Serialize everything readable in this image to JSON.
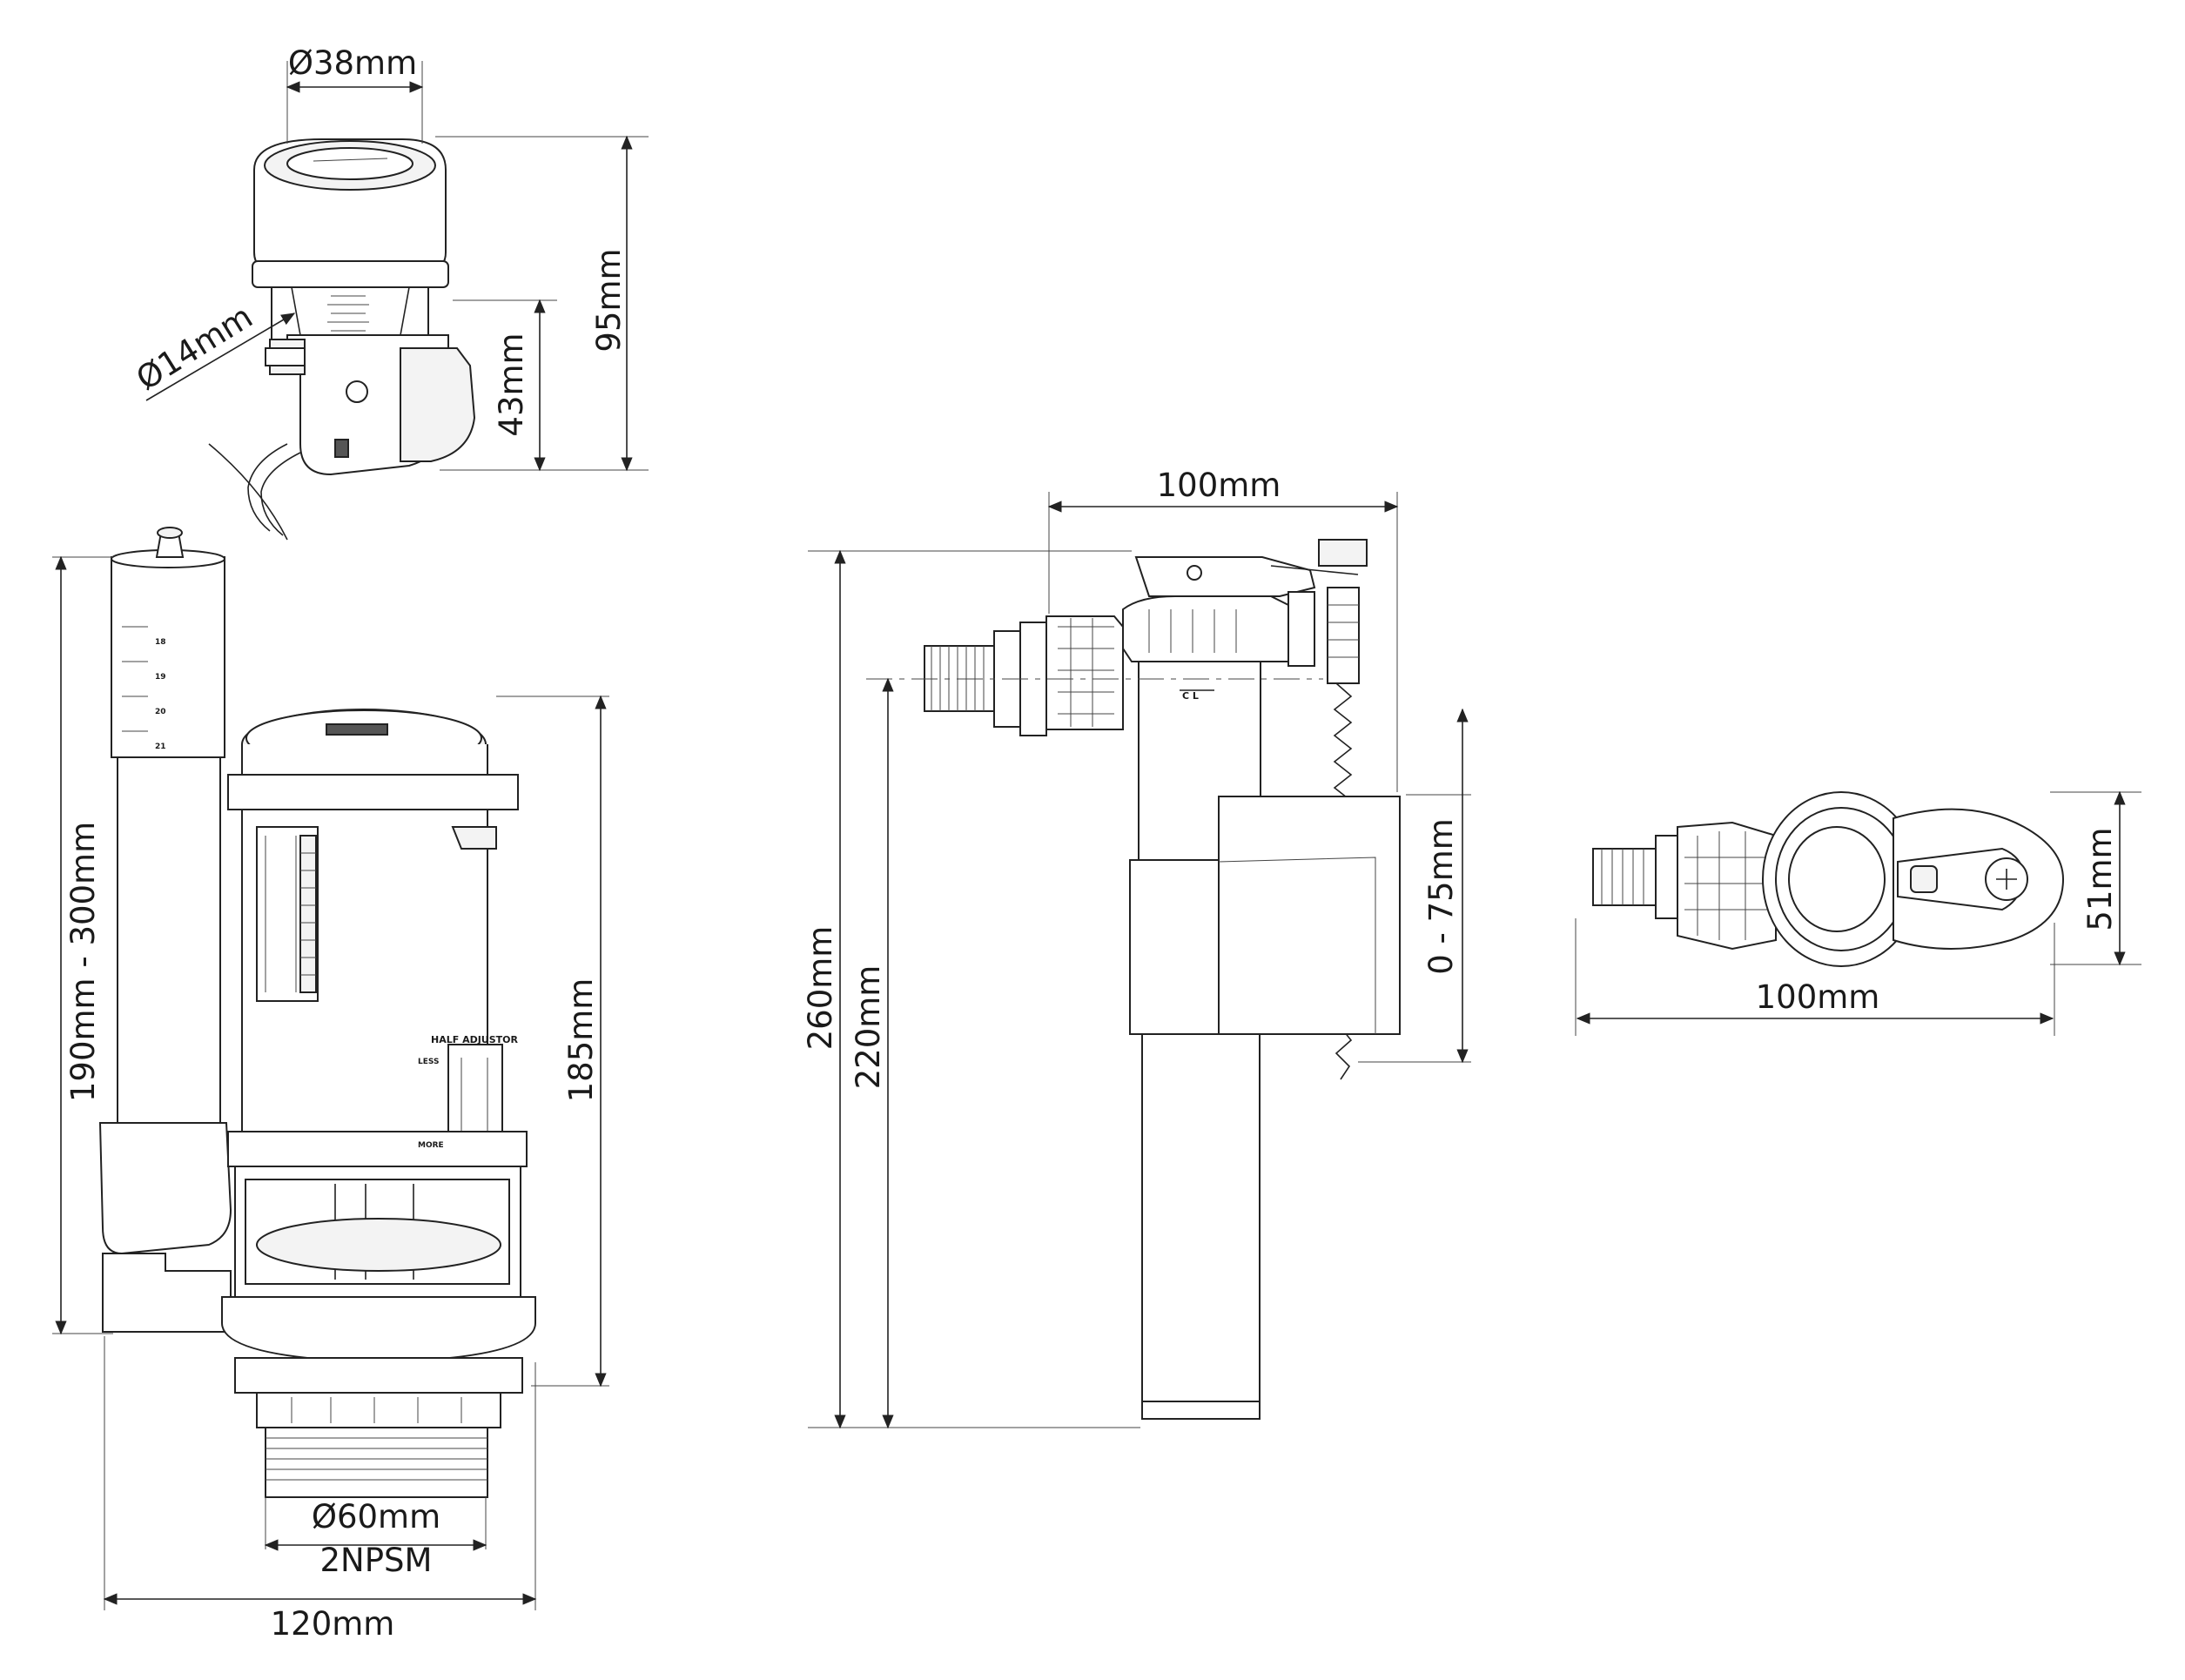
{
  "dimensions": {
    "button_diameter": "Ø38mm",
    "button_height": "95mm",
    "hose_diameter": "Ø14mm",
    "button_body": "43mm",
    "valve_height_range": "190mm - 300mm",
    "valve_body": "185mm",
    "outlet_diameter": "Ø60mm",
    "thread": "2NPSM",
    "valve_width": "120mm",
    "fill_width": "100mm",
    "fill_height": "260mm",
    "fill_inner": "220mm",
    "fill_adjust": "0 - 75mm",
    "fill_top_width": "100mm",
    "fill_top_depth": "51mm"
  },
  "labels": {
    "half_adjustor": "HALF ADJUSTOR",
    "less": "LESS",
    "more": "MORE",
    "cl": "C L",
    "scale": [
      "18",
      "19",
      "20",
      "21"
    ]
  }
}
